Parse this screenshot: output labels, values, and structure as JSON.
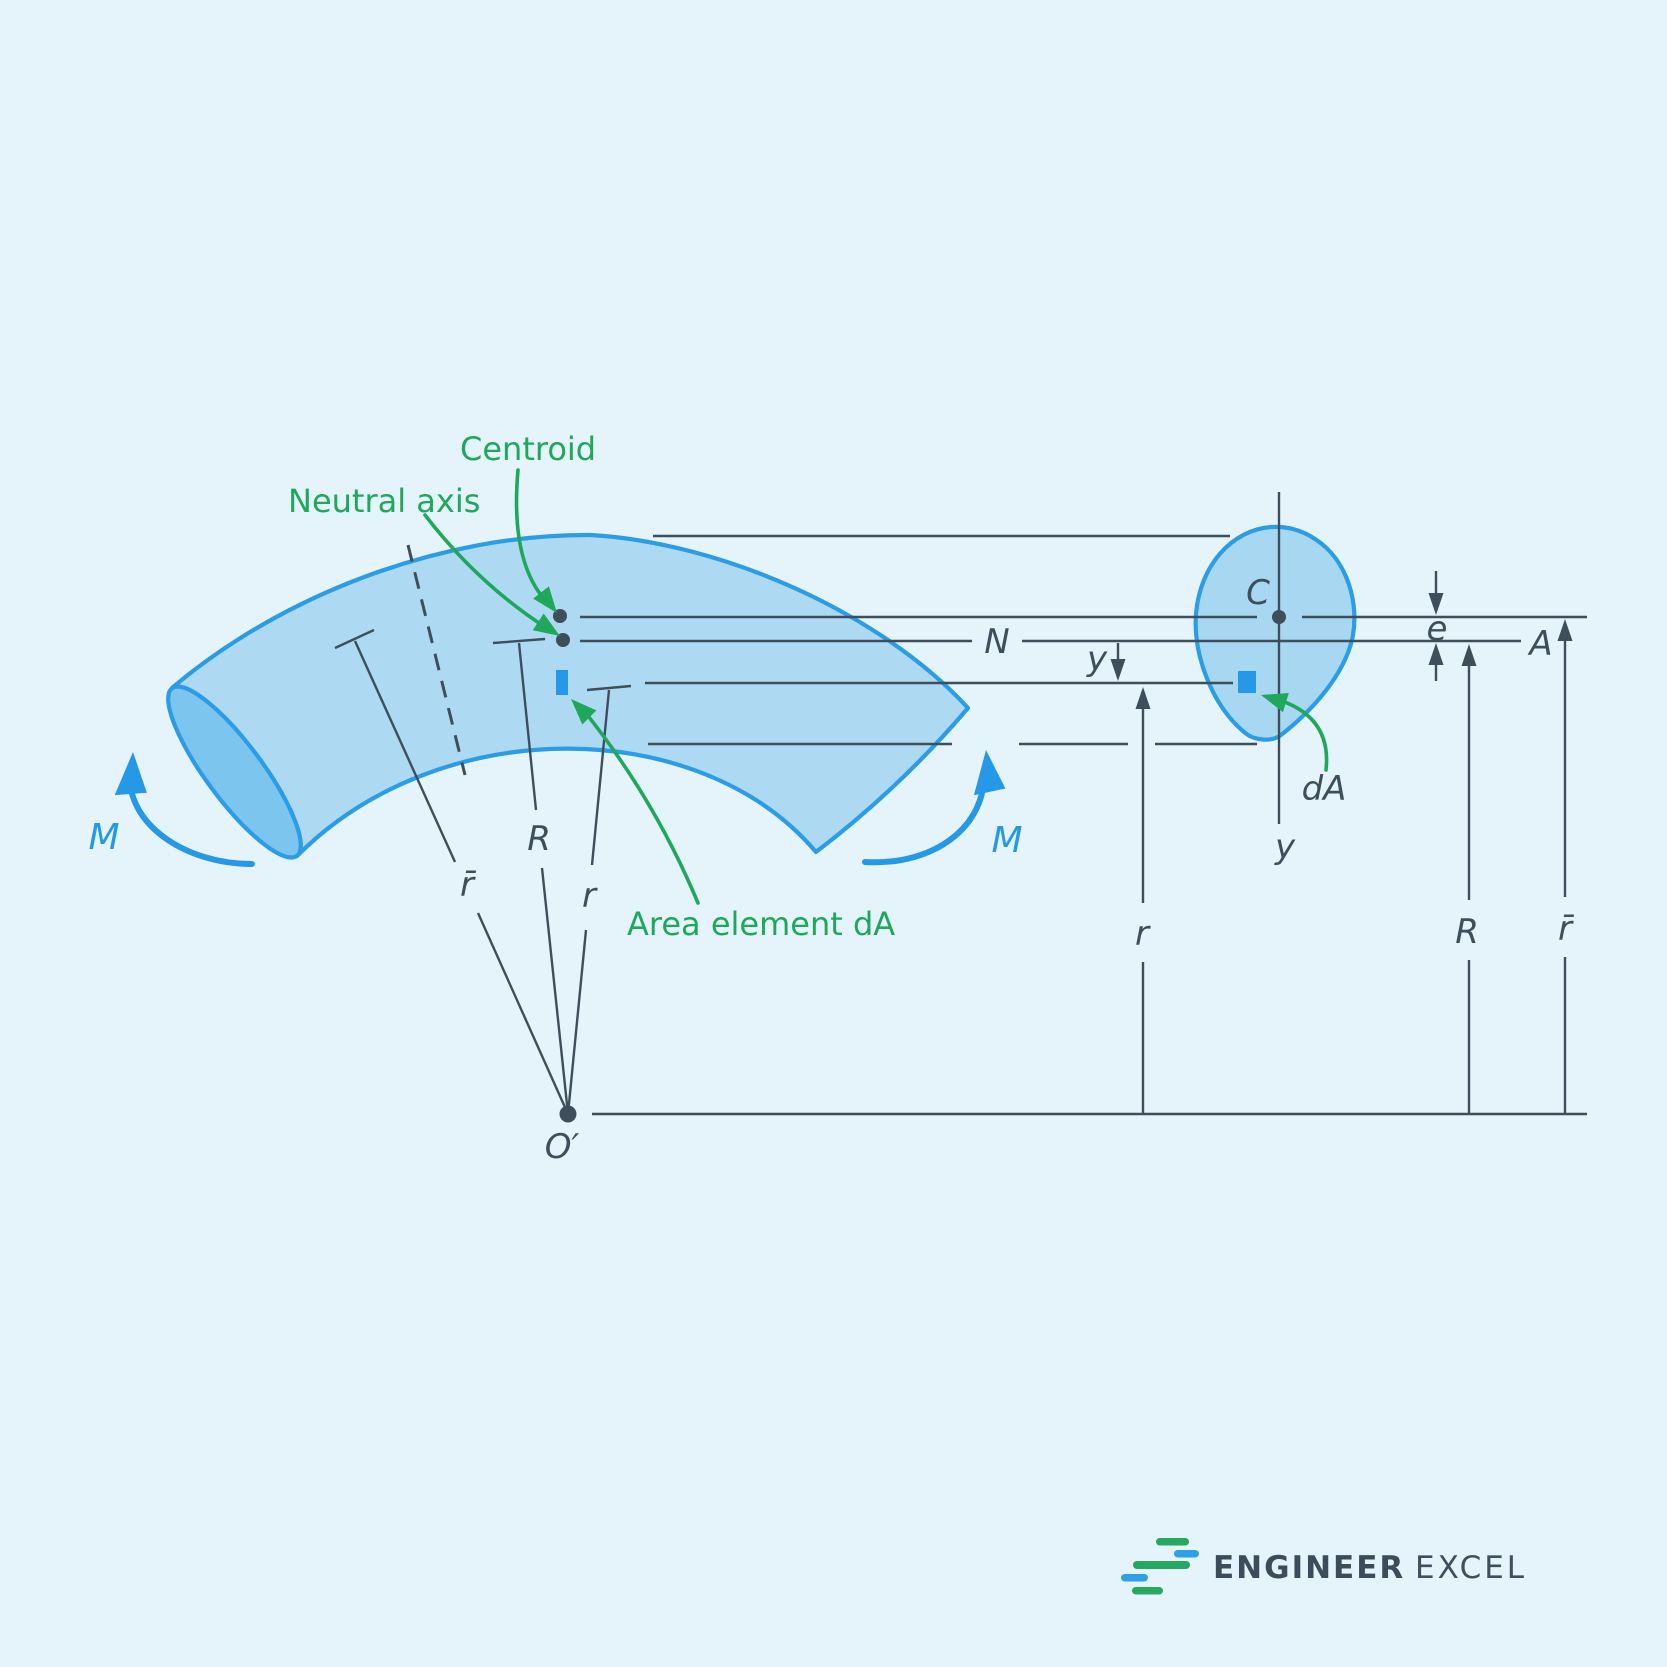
{
  "colors": {
    "background": "#e5f4fb",
    "beam_fill": "#aed9f3",
    "beam_face_fill": "#7cc5ef",
    "section_fill": "#a8d7f2",
    "outline_blue": "#2b9de6",
    "accent_blue": "#2598e8",
    "slate": "#3e4e5b",
    "green": "#1fa75c",
    "logo_text": "#3c4c5a",
    "logo_green": "#27a861",
    "logo_blue": "#2e9fe8"
  },
  "annotations": {
    "centroid": "Centroid",
    "neutral_axis": "Neutral axis",
    "area_element": "Area element dA"
  },
  "beam": {
    "moment_left": "M",
    "moment_right": "M",
    "radius_mean": "r̄",
    "radius_neutral": "R",
    "radius_element": "r",
    "origin": "O′"
  },
  "section": {
    "centroid": "C",
    "neutral_label": "N",
    "axis_label": "A",
    "eccentricity": "e",
    "y_offset": "y",
    "y_axis": "y",
    "area_element": "dA",
    "radius_element": "r",
    "radius_neutral": "R",
    "radius_mean": "r̄"
  },
  "logo": {
    "primary": "ENGINEER",
    "secondary": "EXCEL"
  }
}
